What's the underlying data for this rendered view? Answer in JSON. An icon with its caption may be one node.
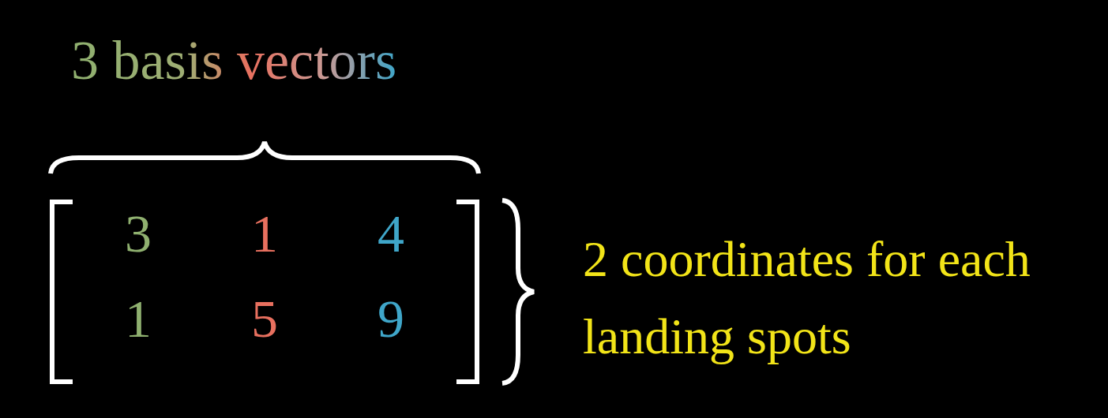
{
  "diagram": {
    "labels": [
      "3 basis vectors",
      "3",
      "1",
      "4",
      "1",
      "5",
      "9",
      "2 coordinates for each landing spots"
    ]
  }
}
